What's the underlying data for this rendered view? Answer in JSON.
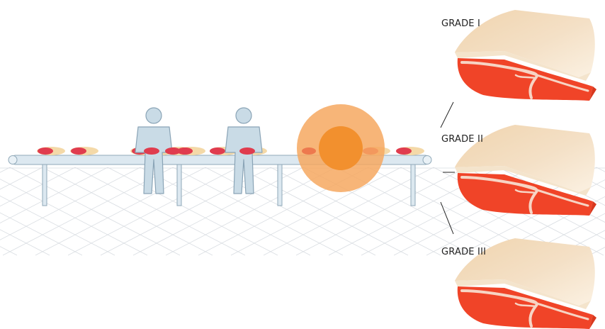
{
  "grades": [
    {
      "label": "GRADE I"
    },
    {
      "label": "GRADE II"
    },
    {
      "label": "GRADE III"
    }
  ],
  "colors": {
    "conveyor": "#dce8f0",
    "conveyor_stroke": "#8fa8b8",
    "worker": "#c9dbe6",
    "worker_stroke": "#8aa4b6",
    "scanner_outer": "#f6a860",
    "scanner_inner": "#f2902e",
    "meat_red": "#e03c4e",
    "meat_fat": "#f4d9a8",
    "grid_line": "#d9dde2",
    "cut_fat": "#f2dcbc",
    "cut_meat": "#f04428",
    "cut_marbling": "#f7d4c4"
  },
  "icons": {
    "worker": "person-figure-icon",
    "scanner": "scanner-glow-icon",
    "meat": "meat-cut-icon"
  }
}
